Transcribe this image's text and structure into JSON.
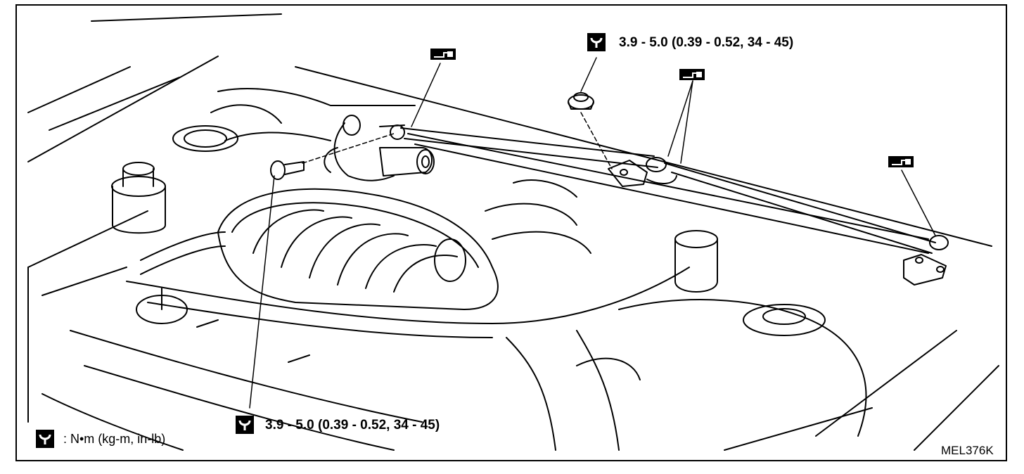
{
  "figure": {
    "code": "MEL376K",
    "legend": {
      "icon": "torque-wrench-icon",
      "text": ": N•m  (kg-m,  in-lb)"
    },
    "torque_top": {
      "icon": "torque-wrench-icon",
      "text": "3.9 - 5.0 (0.39 - 0.52, 34 - 45)"
    },
    "torque_bottom": {
      "icon": "torque-wrench-icon",
      "text": "3.9 - 5.0 (0.39 - 0.52, 34 - 45)"
    },
    "lubricate_markers": [
      "grease-point-icon",
      "grease-point-icon",
      "grease-point-icon"
    ],
    "colors": {
      "line": "#000000",
      "background": "#ffffff"
    }
  }
}
